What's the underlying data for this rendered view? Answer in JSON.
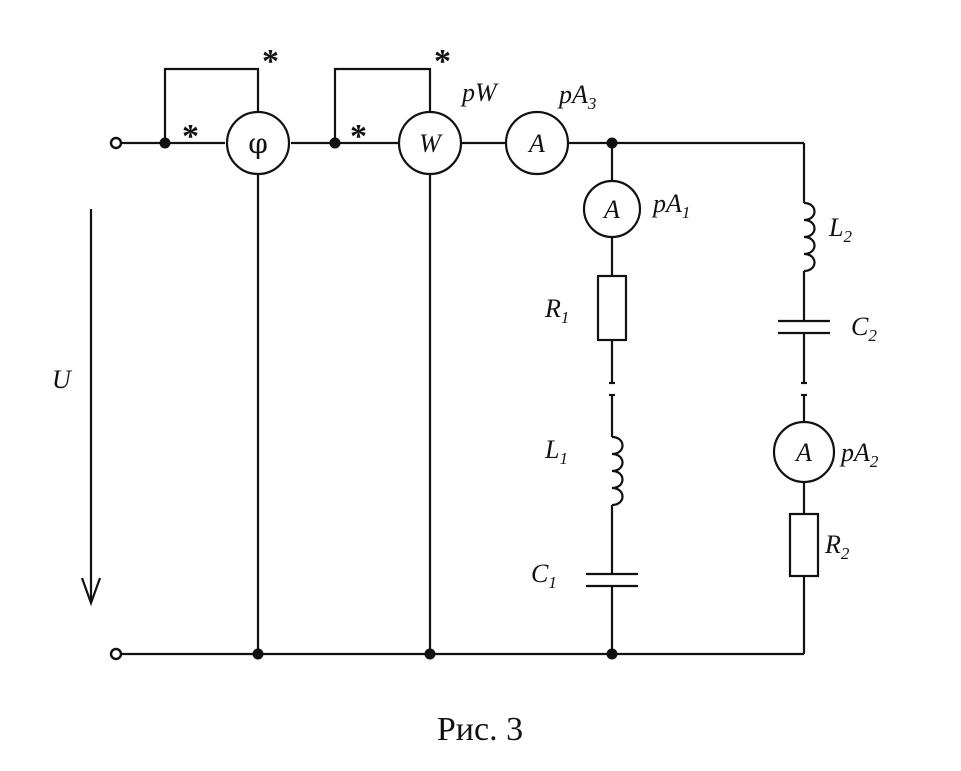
{
  "diagram": {
    "caption": "Рис. 3",
    "voltage_label": "U",
    "marks": {
      "star": "*"
    },
    "meters": {
      "phase": {
        "symbol": "φ"
      },
      "wattmeter": {
        "symbol": "W",
        "label_main": "pW"
      },
      "ammeter3": {
        "symbol": "A",
        "label_main": "pA",
        "label_sub": "3"
      },
      "ammeter1": {
        "symbol": "A",
        "label_main": "pA",
        "label_sub": "1"
      },
      "ammeter2": {
        "symbol": "A",
        "label_main": "pA",
        "label_sub": "2"
      }
    },
    "components": {
      "r1": {
        "main": "R",
        "sub": "1"
      },
      "l1": {
        "main": "L",
        "sub": "1"
      },
      "c1": {
        "main": "C",
        "sub": "1"
      },
      "l2": {
        "main": "L",
        "sub": "2"
      },
      "c2": {
        "main": "C",
        "sub": "2"
      },
      "r2": {
        "main": "R",
        "sub": "2"
      }
    }
  }
}
